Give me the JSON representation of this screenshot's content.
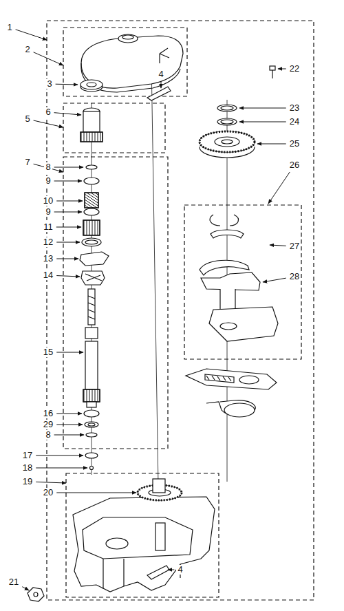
{
  "diagram": {
    "labels": [
      "1",
      "2",
      "3",
      "4",
      "22",
      "5",
      "6",
      "7",
      "8",
      "9",
      "10",
      "9",
      "11",
      "12",
      "13",
      "14",
      "15",
      "16",
      "29",
      "8",
      "17",
      "18",
      "19",
      "20",
      "21",
      "4",
      "23",
      "24",
      "25",
      "26",
      "27",
      "28"
    ]
  }
}
